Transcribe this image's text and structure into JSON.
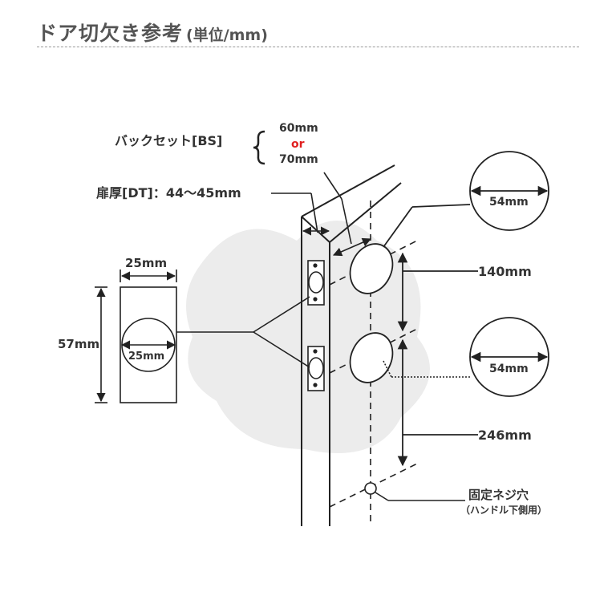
{
  "header": {
    "title": "ドア切欠き参考",
    "unit": "(単位/mm)"
  },
  "labels": {
    "backset": "バックセット[BS]",
    "backset_60": "60mm",
    "backset_or": "or",
    "backset_70": "70mm",
    "door_thickness": "扉厚[DT]：44〜45mm",
    "latch_width": "25mm",
    "latch_height": "57mm",
    "latch_hole": "25mm",
    "hole_upper": "54mm",
    "hole_lower": "54mm",
    "spacing_140": "140mm",
    "spacing_246": "246mm",
    "screw_hole": "固定ネジ穴",
    "screw_hole_note": "（ハンドル下側用）"
  },
  "colors": {
    "line": "#222222",
    "accent_or": "#e02020",
    "watermark": "#ececec"
  }
}
